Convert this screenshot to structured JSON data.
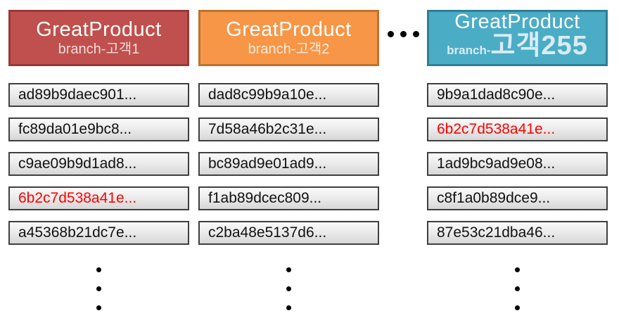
{
  "page": {
    "background": "#FFFFFF",
    "highlight_color": "#FF0000",
    "row_border_color": "#3F3F3F"
  },
  "icons": {
    "more_branches": "horizontal-ellipsis-icon",
    "more_commits": "vertical-ellipsis-icon"
  },
  "columns": [
    {
      "title": "GreatProduct",
      "subtitle_prefix": "branch-",
      "subtitle_name": "고객1",
      "accent_fill": "#C0504D",
      "accent_border": "#963A38",
      "items": [
        {
          "text": "ad89b9daec901...",
          "color": "black"
        },
        {
          "text": "fc89da01e9bc8...",
          "color": "black"
        },
        {
          "text": "c9ae09b9d1ad8...",
          "color": "black"
        },
        {
          "text": "6b2c7d538a41e...",
          "color": "red"
        },
        {
          "text": "a45368b21dc7e...",
          "color": "black"
        }
      ]
    },
    {
      "title": "GreatProduct",
      "subtitle_prefix": "branch-",
      "subtitle_name": "고객2",
      "accent_fill": "#F79646",
      "accent_border": "#BA7330",
      "items": [
        {
          "text": "dad8c99b9a10e...",
          "color": "black"
        },
        {
          "text": "7d58a46b2c31e...",
          "color": "black"
        },
        {
          "text": "bc89ad9e01ad9...",
          "color": "black"
        },
        {
          "text": "f1ab89dcec809...",
          "color": "black"
        },
        {
          "text": "c2ba48e5137d6...",
          "color": "black"
        }
      ]
    },
    {
      "title": "GreatProduct",
      "subtitle_prefix": "branch-",
      "subtitle_name": "고객255",
      "accent_fill": "#4BACC6",
      "accent_border": "#2E7F95",
      "items": [
        {
          "text": "9b9a1dad8c90e...",
          "color": "black"
        },
        {
          "text": "6b2c7d538a41e...",
          "color": "red"
        },
        {
          "text": "1ad9bc9ad9e08...",
          "color": "black"
        },
        {
          "text": "c8f1a0b89dce9...",
          "color": "black"
        },
        {
          "text": "87e53c21dba46...",
          "color": "black"
        }
      ]
    }
  ]
}
